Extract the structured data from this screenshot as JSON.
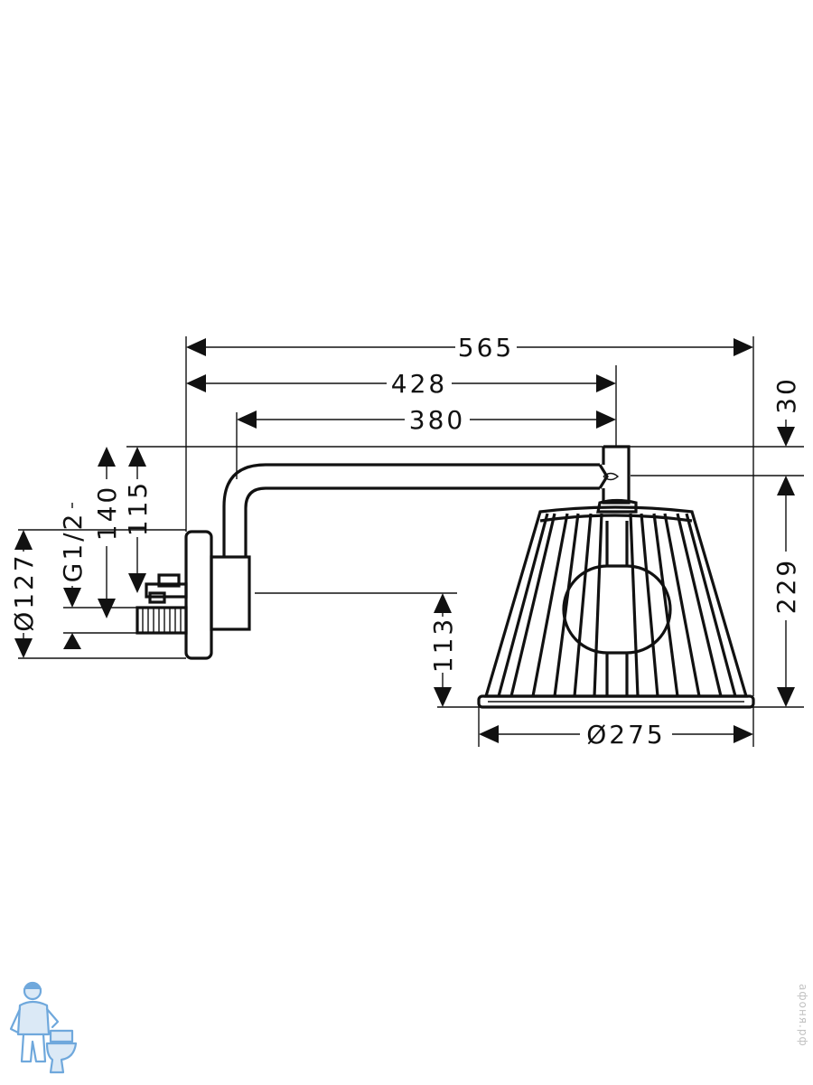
{
  "drawing": {
    "line_color": "#111111",
    "background": "#ffffff",
    "dimensions": {
      "overall_length": "565",
      "arm_to_center": "428",
      "arm_straight": "380",
      "top_offset": "30",
      "head_height": "229",
      "head_bottom_height": "113",
      "head_diameter": "Ø275",
      "wall_to_top_outer": "140",
      "wall_to_top_inner": "115",
      "thread": "G1/2",
      "rosette_diameter": "Ø127"
    }
  },
  "watermark": {
    "text": "афоня.рф",
    "color": "#c2c2c2"
  },
  "logo": {
    "icon": "plumber-toilet-logo",
    "color": "#6fa8dc"
  }
}
